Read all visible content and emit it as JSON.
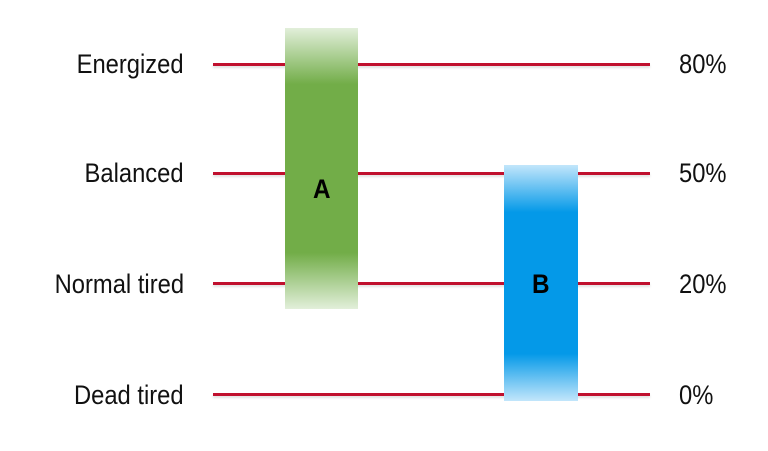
{
  "levels": [
    {
      "label": "Energized",
      "percent": "80%"
    },
    {
      "label": "Balanced",
      "percent": "50%"
    },
    {
      "label": "Normal tired",
      "percent": "20%"
    },
    {
      "label": "Dead tired",
      "percent": "0%"
    }
  ],
  "bars": [
    {
      "label": "A",
      "color": "#72ad48",
      "range": [
        "Normal tired",
        "Energized"
      ]
    },
    {
      "label": "B",
      "color": "#0499e8",
      "range": [
        "Dead tired",
        "Balanced"
      ]
    }
  ],
  "line_color": "#c0102e"
}
